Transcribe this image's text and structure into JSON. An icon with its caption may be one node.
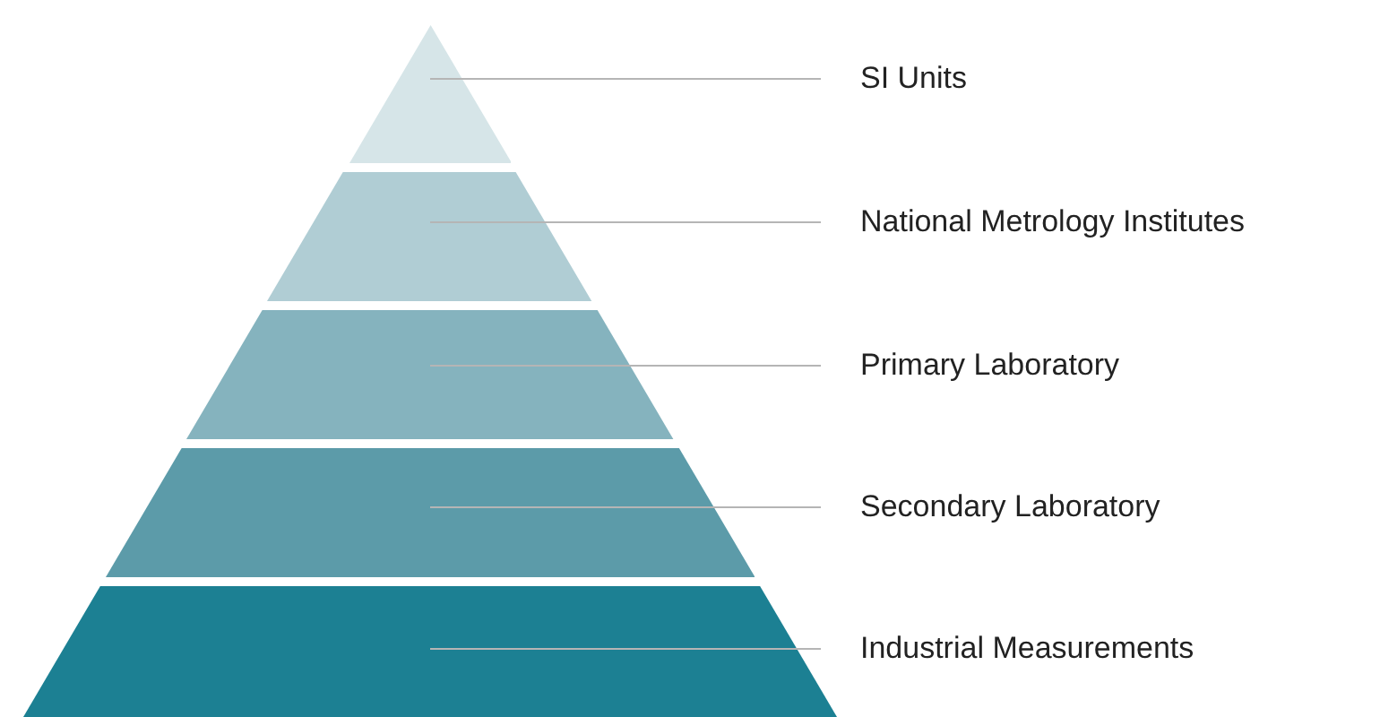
{
  "diagram": {
    "nodes": [
      {
        "text": [],
        "shape": "triangle"
      },
      {
        "text": [],
        "shape": "trapezoid"
      },
      {
        "text": [],
        "shape": "trapezoid"
      },
      {
        "text": [],
        "shape": "trapezoid"
      },
      {
        "text": [],
        "shape": "trapezoid"
      },
      {
        "text": [
          "SI Units"
        ]
      },
      {
        "text": [
          "National Metrology Institutes"
        ]
      },
      {
        "text": [
          "Primary Laboratory"
        ]
      },
      {
        "text": [
          "Secondary Laboratory"
        ]
      },
      {
        "text": [
          "Industrial Measurements"
        ]
      }
    ],
    "edges": [
      {
        "from": 5,
        "to": 0,
        "arrow": "none"
      },
      {
        "from": 6,
        "to": 1,
        "arrow": "none"
      },
      {
        "from": 7,
        "to": 2,
        "arrow": "none"
      },
      {
        "from": 8,
        "to": 3,
        "arrow": "none"
      },
      {
        "from": 9,
        "to": 4,
        "arrow": "none"
      }
    ]
  }
}
